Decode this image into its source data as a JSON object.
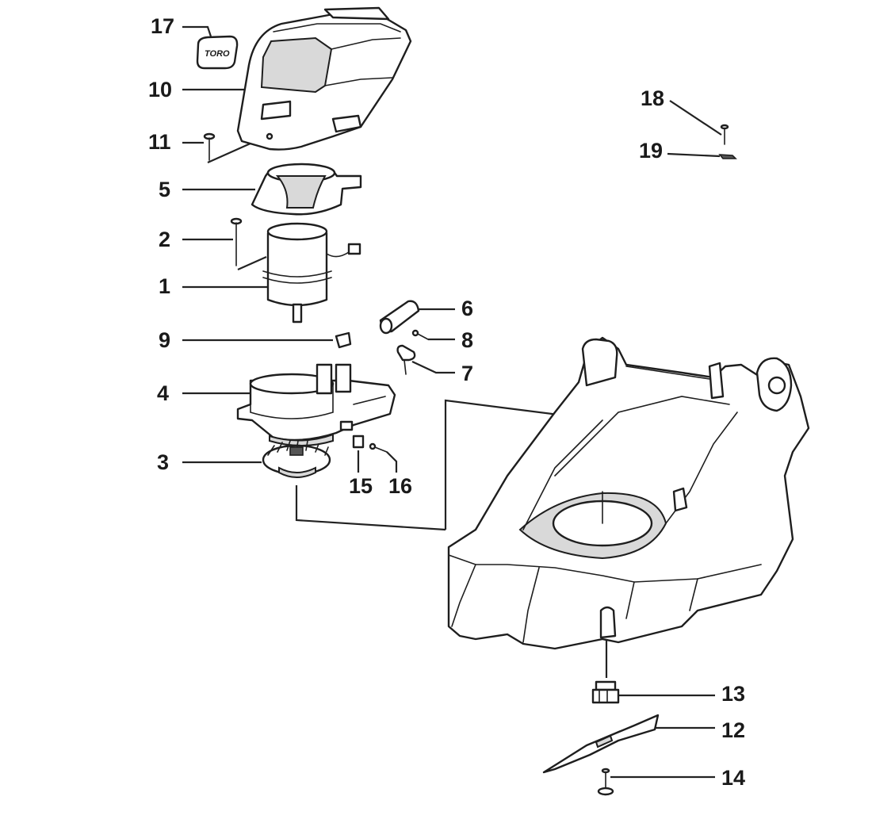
{
  "parts": [
    {
      "id": "p17",
      "number": "17",
      "name": "decal"
    },
    {
      "id": "p10",
      "number": "10",
      "name": "motor-cover"
    },
    {
      "id": "p11",
      "number": "11",
      "name": "screw"
    },
    {
      "id": "p5",
      "number": "5",
      "name": "motor-shroud"
    },
    {
      "id": "p2",
      "number": "2",
      "name": "screw"
    },
    {
      "id": "p1",
      "number": "1",
      "name": "motor"
    },
    {
      "id": "p9",
      "number": "9",
      "name": "clip"
    },
    {
      "id": "p4",
      "number": "4",
      "name": "fan-housing"
    },
    {
      "id": "p3",
      "number": "3",
      "name": "fan"
    },
    {
      "id": "p6",
      "number": "6",
      "name": "sleeve"
    },
    {
      "id": "p8",
      "number": "8",
      "name": "screw"
    },
    {
      "id": "p7",
      "number": "7",
      "name": "clamp"
    },
    {
      "id": "p15",
      "number": "15",
      "name": "nut"
    },
    {
      "id": "p16",
      "number": "16",
      "name": "screw"
    },
    {
      "id": "p18",
      "number": "18",
      "name": "screw"
    },
    {
      "id": "p19",
      "number": "19",
      "name": "washer"
    },
    {
      "id": "p13",
      "number": "13",
      "name": "blade-adapter"
    },
    {
      "id": "p12",
      "number": "12",
      "name": "blade"
    },
    {
      "id": "p14",
      "number": "14",
      "name": "blade-bolt"
    }
  ],
  "decal_text": "TORO"
}
